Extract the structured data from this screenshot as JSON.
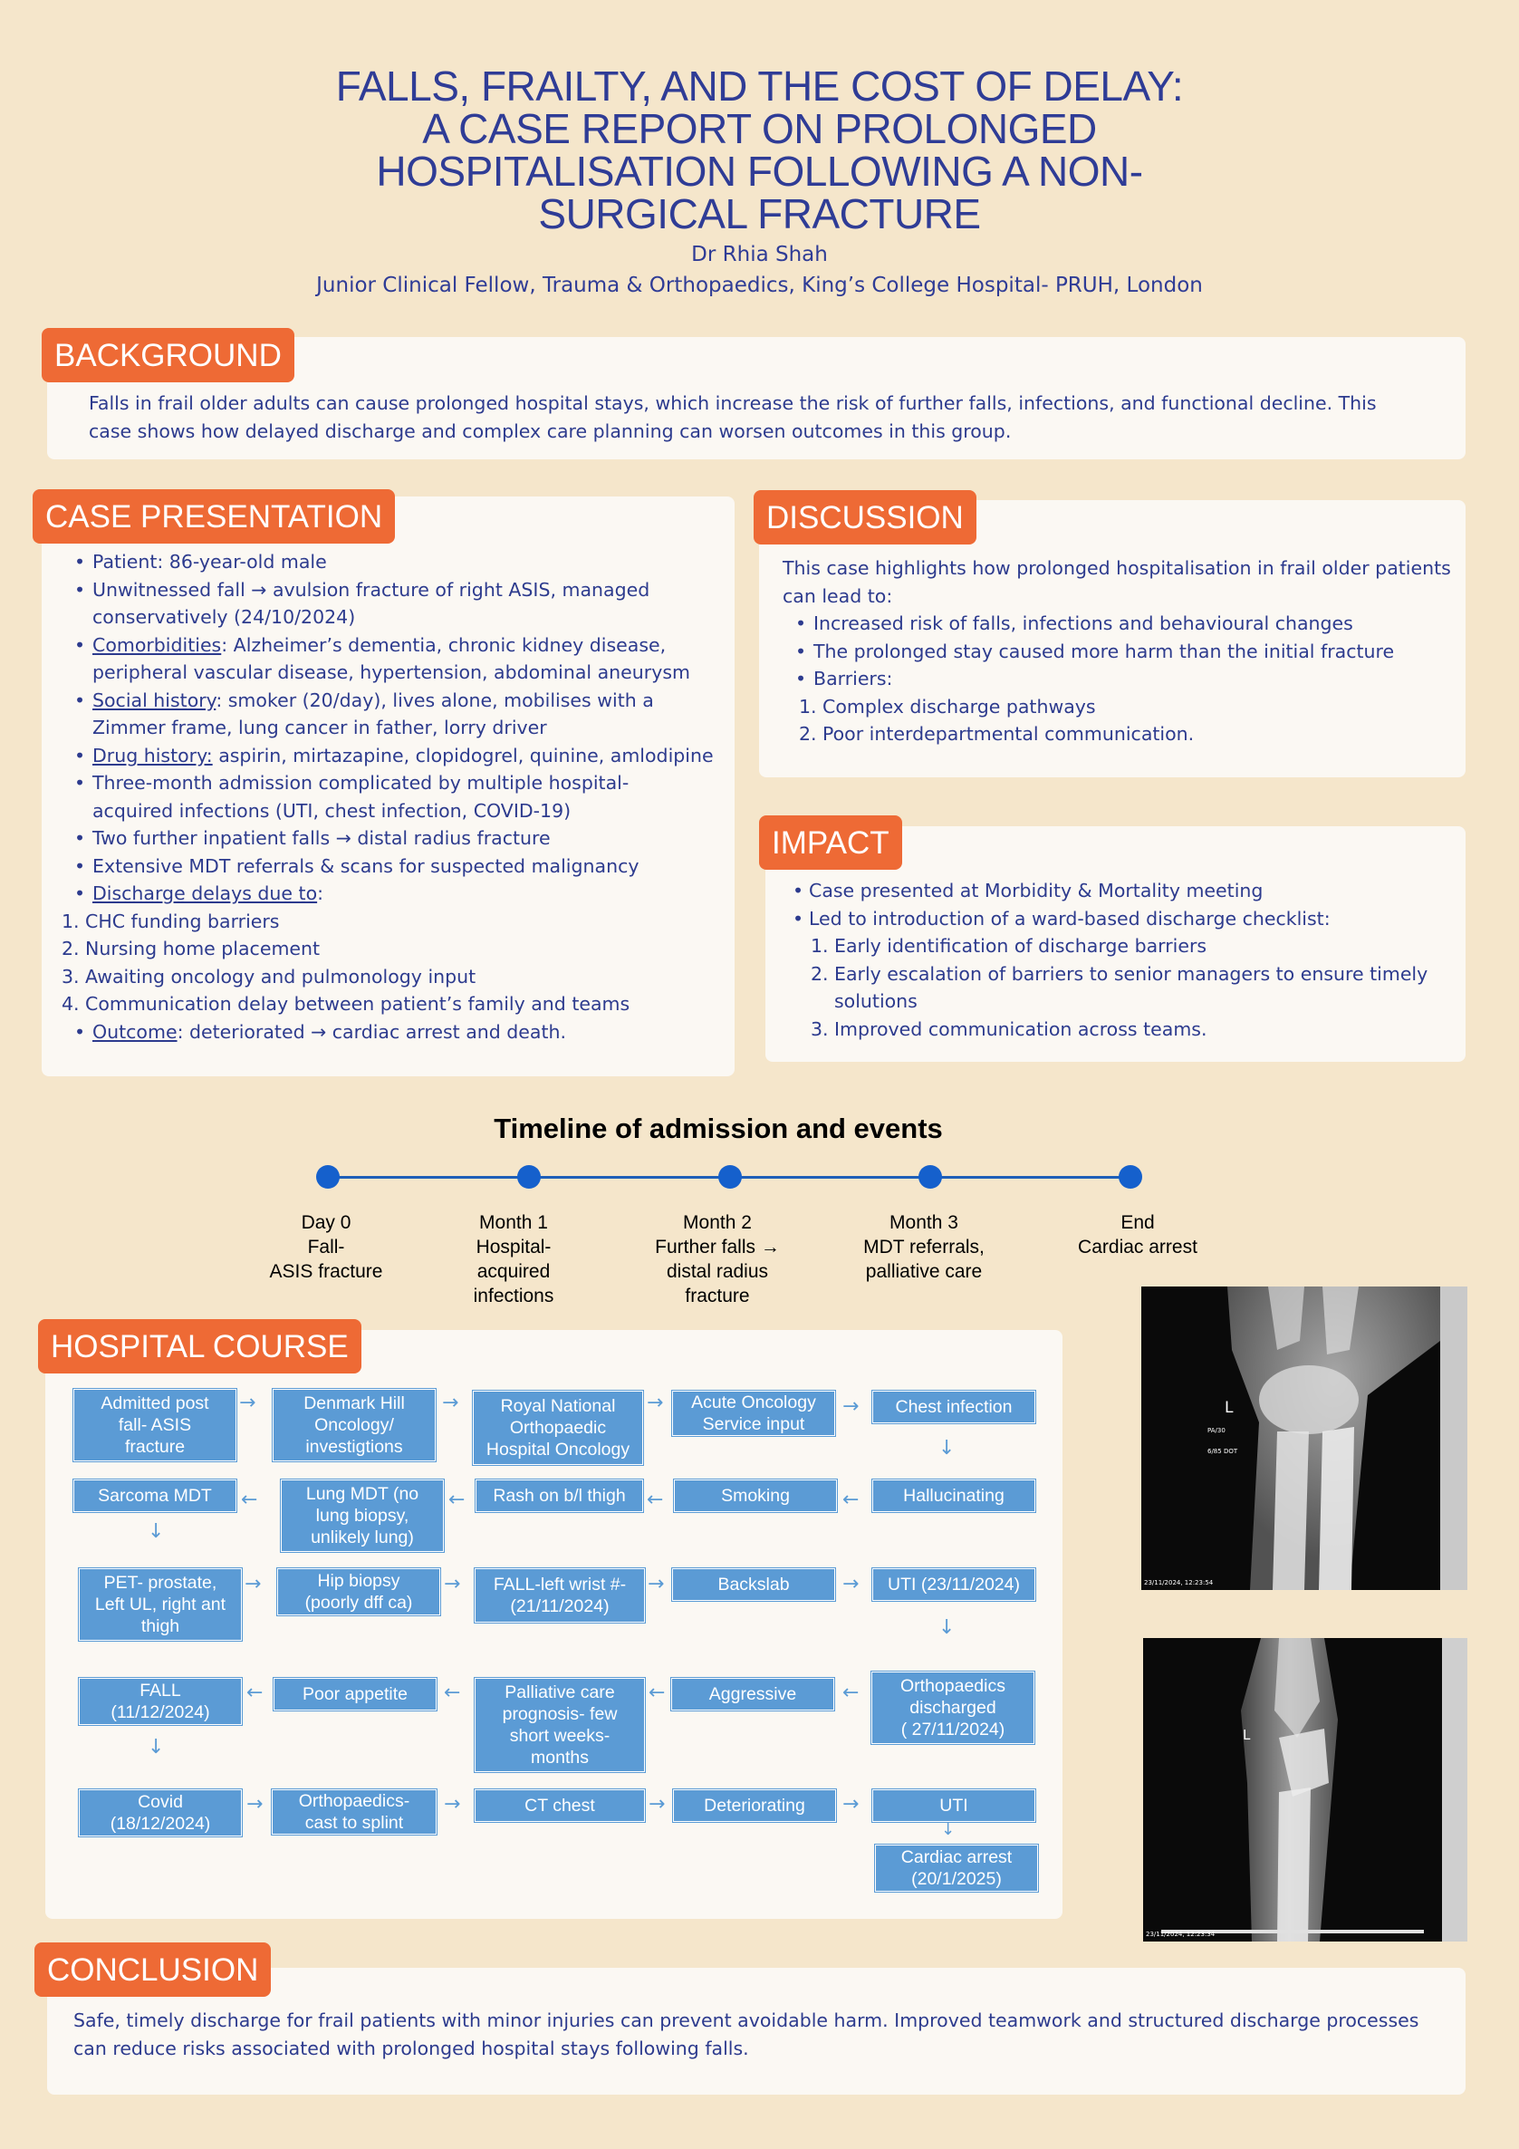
{
  "header": {
    "title_lines": [
      "FALLS, FRAILTY, AND THE COST OF DELAY:",
      "A CASE REPORT ON PROLONGED",
      "HOSPITALISATION FOLLOWING A NON-",
      "SURGICAL FRACTURE"
    ],
    "author": "Dr Rhia Shah",
    "affiliation": "Junior Clinical Fellow, Trauma & Orthopaedics, King’s College Hospital- PRUH, London"
  },
  "background": {
    "heading": "BACKGROUND",
    "lines": [
      "Falls in frail older adults can cause prolonged hospital stays, which increase the risk of further falls, infections, and functional decline. This",
      "case shows how delayed discharge and complex care planning can worsen outcomes in this group."
    ]
  },
  "case": {
    "heading": "CASE PRESENTATION",
    "patient": "Patient: 86-year-old male",
    "fall": [
      "Unwitnessed fall → avulsion fracture of right ASIS, managed",
      "conservatively (24/10/2024)"
    ],
    "comorb_label": "Comorbidities",
    "comorb": [
      ": Alzheimer’s dementia, chronic kidney disease,",
      "peripheral vascular disease, hypertension, abdominal aneurysm"
    ],
    "social_label": "Social history",
    "social": [
      ": smoker (20/day), lives alone, mobilises with a",
      "Zimmer frame, lung cancer in father, lorry driver"
    ],
    "drug_label": "Drug history:",
    "drug": " aspirin, mirtazapine, clopidogrel, quinine, amlodipine",
    "admission": [
      "Three-month admission complicated by multiple hospital-",
      "acquired infections (UTI, chest infection, COVID-19)"
    ],
    "falls": "Two further inpatient falls → distal radius fracture",
    "mdt": "Extensive MDT referrals & scans for suspected malignancy",
    "delay_label": "Discharge delays due to",
    "delay_colon": ":",
    "delays": [
      {
        "n": "1.",
        "text": "CHC funding barriers"
      },
      {
        "n": "2.",
        "text": "Nursing home placement"
      },
      {
        "n": "3.",
        "text": "Awaiting oncology and pulmonology input"
      },
      {
        "n": "4.",
        "text": "Communication delay between patient’s family and teams"
      }
    ],
    "outcome_label": "Outcome",
    "outcome": ": deteriorated → cardiac arrest and death."
  },
  "discussion": {
    "heading": "DISCUSSION",
    "intro": [
      "This case highlights how prolonged hospitalisation in frail older patients",
      "can lead to:"
    ],
    "bullets": [
      "Increased risk of falls, infections and behavioural changes",
      "The prolonged stay caused more harm than the initial fracture",
      "Barriers:"
    ],
    "barriers": [
      {
        "n": "1.",
        "text": "Complex discharge pathways"
      },
      {
        "n": "2.",
        "text": "Poor interdepartmental communication."
      }
    ]
  },
  "impact": {
    "heading": "IMPACT",
    "bullets": [
      "Case presented at Morbidity & Mortality meeting",
      "Led to introduction of a ward-based discharge checklist:"
    ],
    "items": [
      {
        "n": "1.",
        "lines": [
          "Early identification of discharge barriers"
        ]
      },
      {
        "n": "2.",
        "lines": [
          "Early escalation of barriers to senior managers to ensure timely",
          "solutions"
        ]
      },
      {
        "n": "3.",
        "lines": [
          "Improved communication across teams."
        ]
      }
    ]
  },
  "timeline": {
    "title": "Timeline of admission and events",
    "points": [
      {
        "lines": [
          "Day 0",
          "Fall-",
          "ASIS fracture"
        ]
      },
      {
        "lines": [
          "Month 1",
          "Hospital-",
          "acquired",
          "infections"
        ]
      },
      {
        "lines": [
          "Month 2",
          "Further falls →",
          "distal radius",
          "fracture"
        ]
      },
      {
        "lines": [
          "Month 3",
          "MDT referrals,",
          "palliative care"
        ]
      },
      {
        "lines": [
          "End",
          "Cardiac arrest"
        ]
      }
    ]
  },
  "hospital_course": {
    "heading": "HOSPITAL COURSE",
    "row1": [
      [
        "Admitted post",
        "fall- ASIS",
        "fracture"
      ],
      [
        "Denmark Hill",
        "Oncology/",
        "investigtions"
      ],
      [
        "Royal National",
        "Orthopaedic",
        "Hospital Oncology"
      ],
      [
        "Acute Oncology",
        "Service input"
      ],
      [
        "Chest infection"
      ]
    ],
    "row2": [
      [
        "Sarcoma MDT"
      ],
      [
        "Lung MDT (no",
        "lung biopsy,",
        "unlikely lung)"
      ],
      [
        "Rash on b/l thigh"
      ],
      [
        "Smoking"
      ],
      [
        "Hallucinating"
      ]
    ],
    "row3": [
      [
        "PET- prostate,",
        "Left UL, right ant",
        "thigh"
      ],
      [
        "Hip biopsy",
        "(poorly dff ca)"
      ],
      [
        "FALL-left wrist #-",
        "(21/11/2024)"
      ],
      [
        "Backslab"
      ],
      [
        "UTI (23/11/2024)"
      ]
    ],
    "row4": [
      [
        "FALL",
        "(11/12/2024)"
      ],
      [
        "Poor appetite"
      ],
      [
        "Palliative care",
        "prognosis- few",
        "short weeks-",
        "months"
      ],
      [
        "Aggressive"
      ],
      [
        "Orthopaedics",
        "discharged",
        "( 27/11/2024)"
      ]
    ],
    "row5": [
      [
        "Covid",
        "(18/12/2024)"
      ],
      [
        "Orthopaedics-",
        "cast to splint"
      ],
      [
        "CT chest"
      ],
      [
        "Deteriorating"
      ],
      [
        "UTI"
      ]
    ],
    "final": [
      "Cardiac arrest",
      "(20/1/2025)"
    ]
  },
  "xrays": {
    "img1": {
      "side_label": "L",
      "text1": "PA/30",
      "text2": "6/85 DOT",
      "stamp": "23/11/2024, 12:23:54"
    },
    "img2": {
      "side_label": "L",
      "stamp": "23/11/2024, 12:23:34"
    }
  },
  "conclusion": {
    "heading": "CONCLUSION",
    "lines": [
      "Safe, timely discharge for frail patients with minor injuries can prevent avoidable harm. Improved teamwork and structured discharge processes",
      "can reduce risks associated with prolonged hospital stays following falls."
    ]
  },
  "colors": {
    "background": "#f5e6cb",
    "accent": "#ee6a35",
    "text": "#2d3b8e",
    "flow_box": "#5b9bd5",
    "timeline": "#1560cc"
  }
}
